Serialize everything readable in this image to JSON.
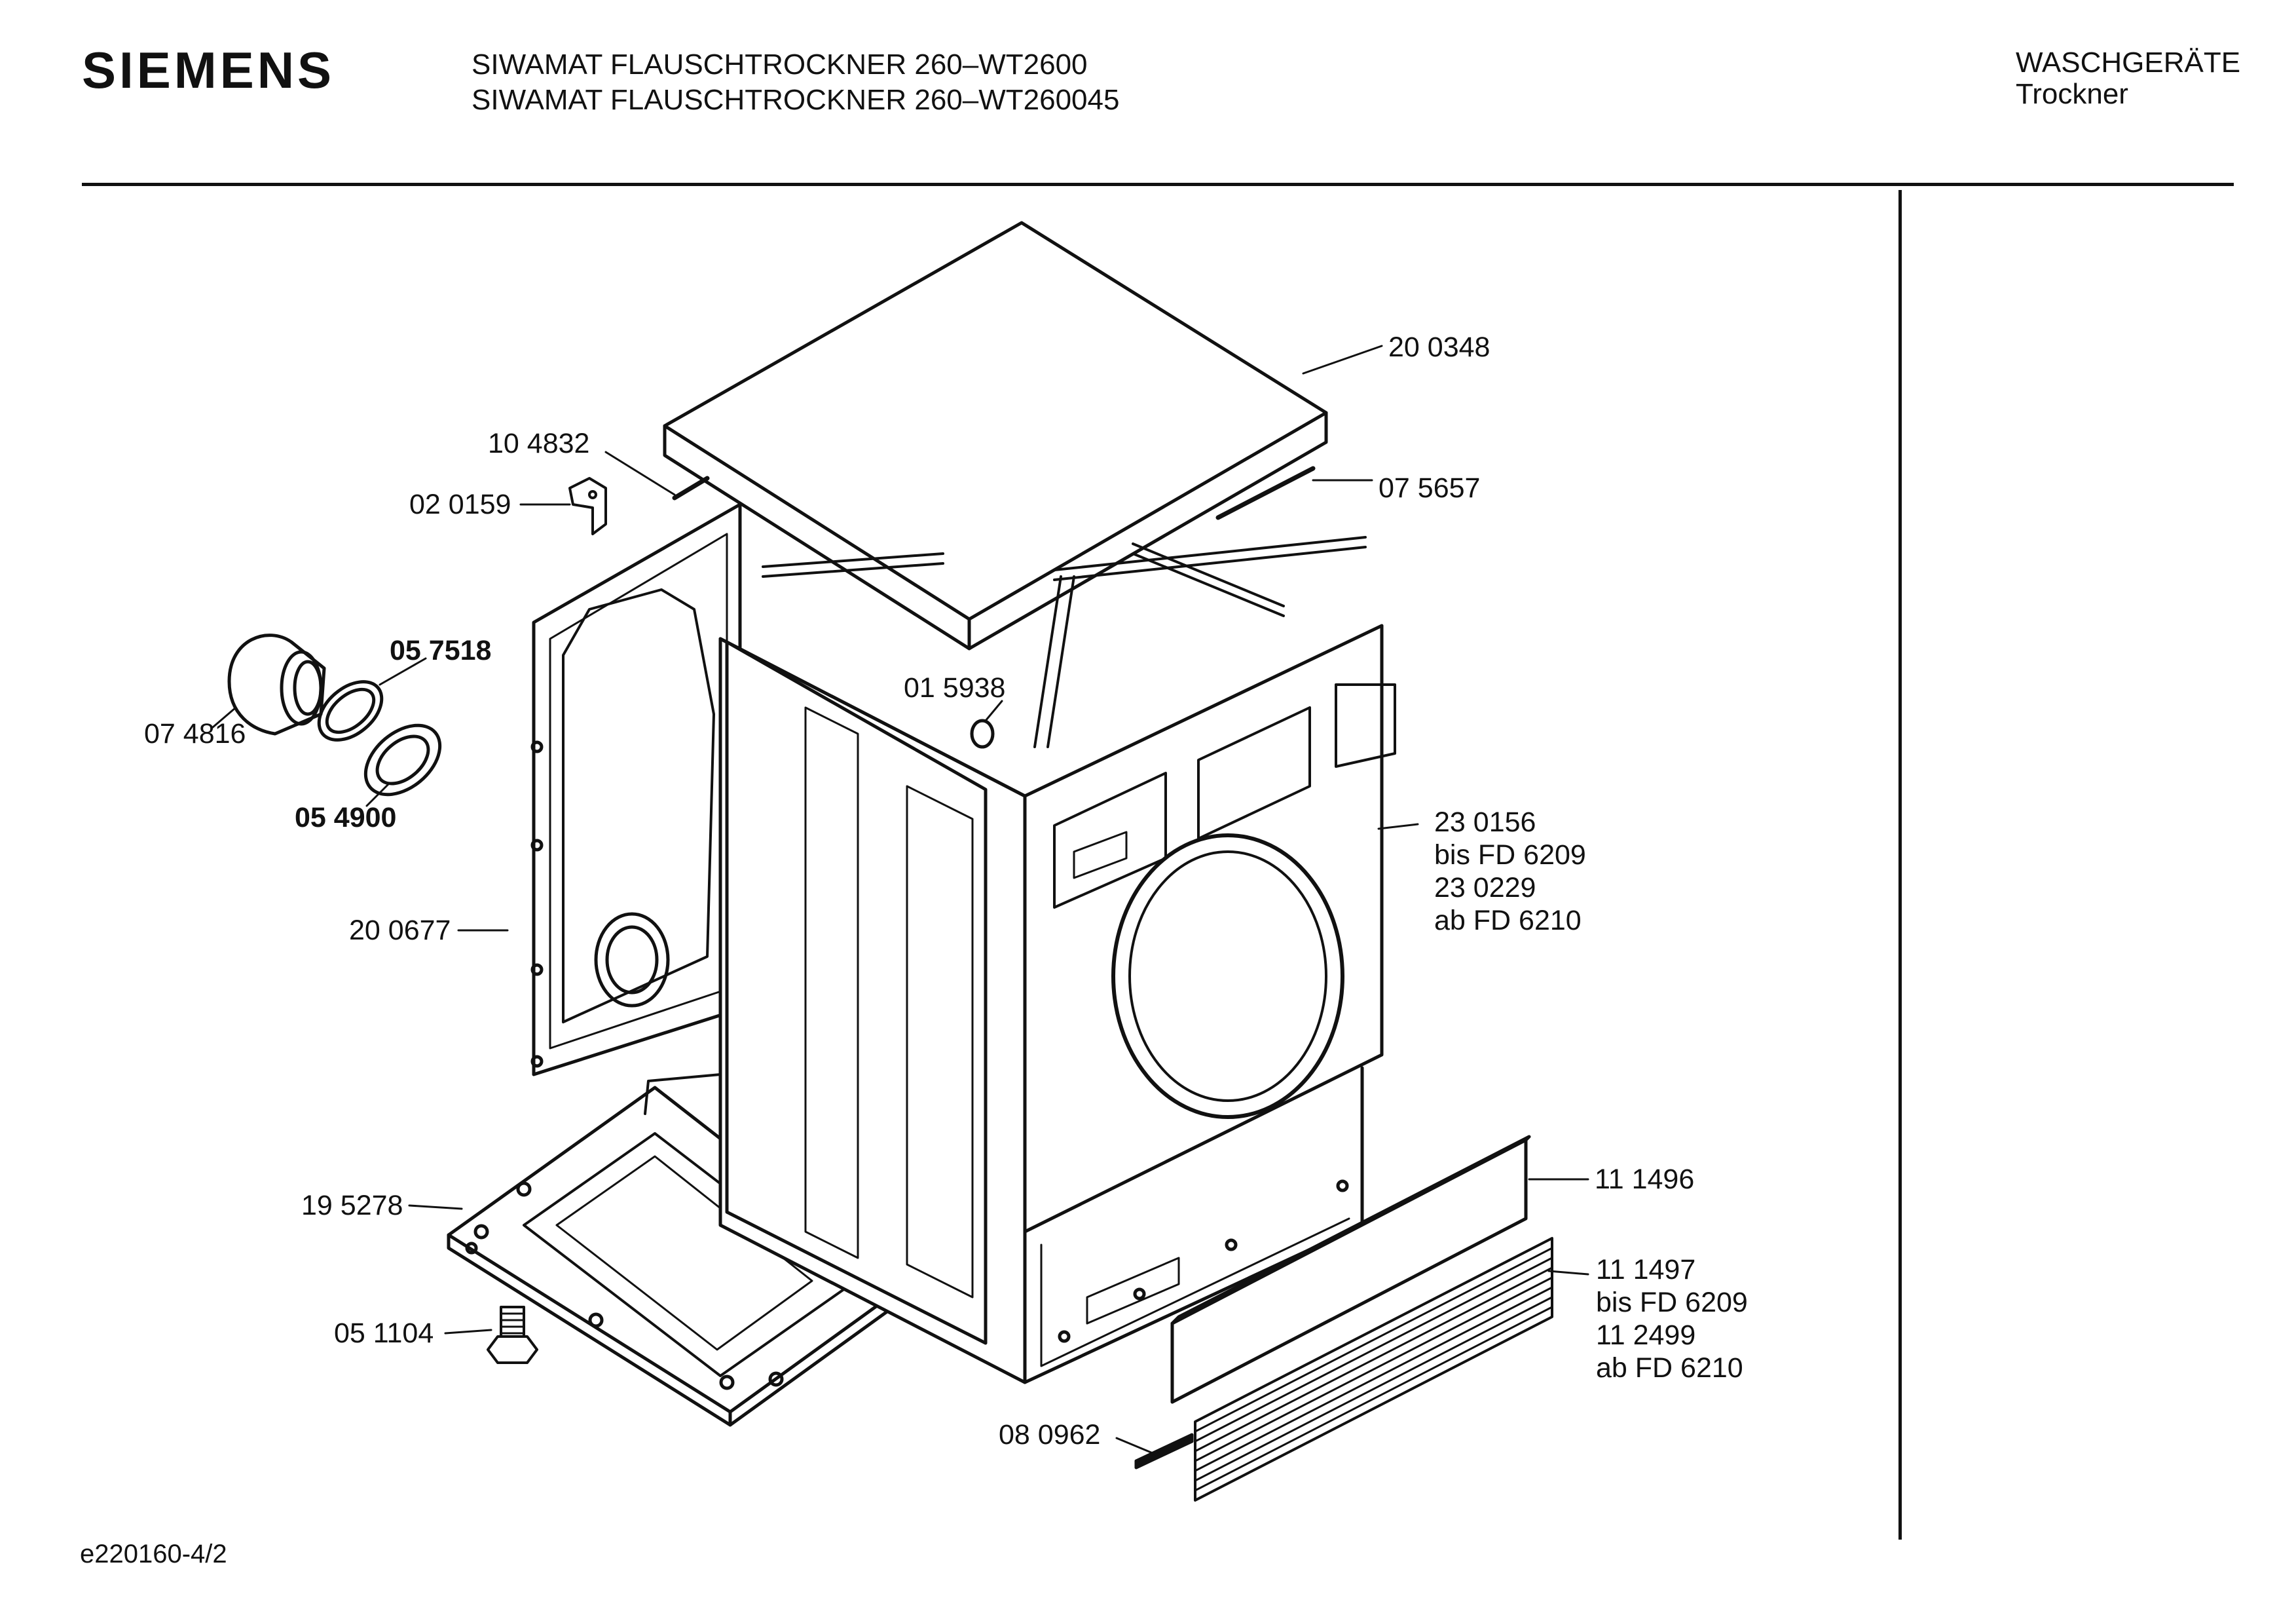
{
  "header": {
    "brand": "SIEMENS",
    "title_line1": "SIWAMAT FLAUSCHTROCKNER 260–WT2600",
    "title_line2": "SIWAMAT FLAUSCHTROCKNER 260–WT260045",
    "category_line1": "WASCHGERÄTE",
    "category_line2": "Trockner"
  },
  "footer": {
    "drawing_code": "e220160-4/2"
  },
  "parts": {
    "p200348": "20 0348",
    "p104832": "10 4832",
    "p020159": "02 0159",
    "p075657": "07 5657",
    "p057518": "05 7518",
    "p074816": "07 4816",
    "p054900": "05 4900",
    "p015938": "01 5938",
    "p230156": [
      "23 0156",
      "bis FD 6209",
      "23 0229",
      "ab FD 6210"
    ],
    "p200677": "20 0677",
    "p111496": "11 1496",
    "p195278": "19 5278",
    "p111497": [
      "11 1497",
      "bis FD 6209",
      "11 2499",
      "ab FD 6210"
    ],
    "p051104": "05 1104",
    "p080962": "08 0962"
  }
}
